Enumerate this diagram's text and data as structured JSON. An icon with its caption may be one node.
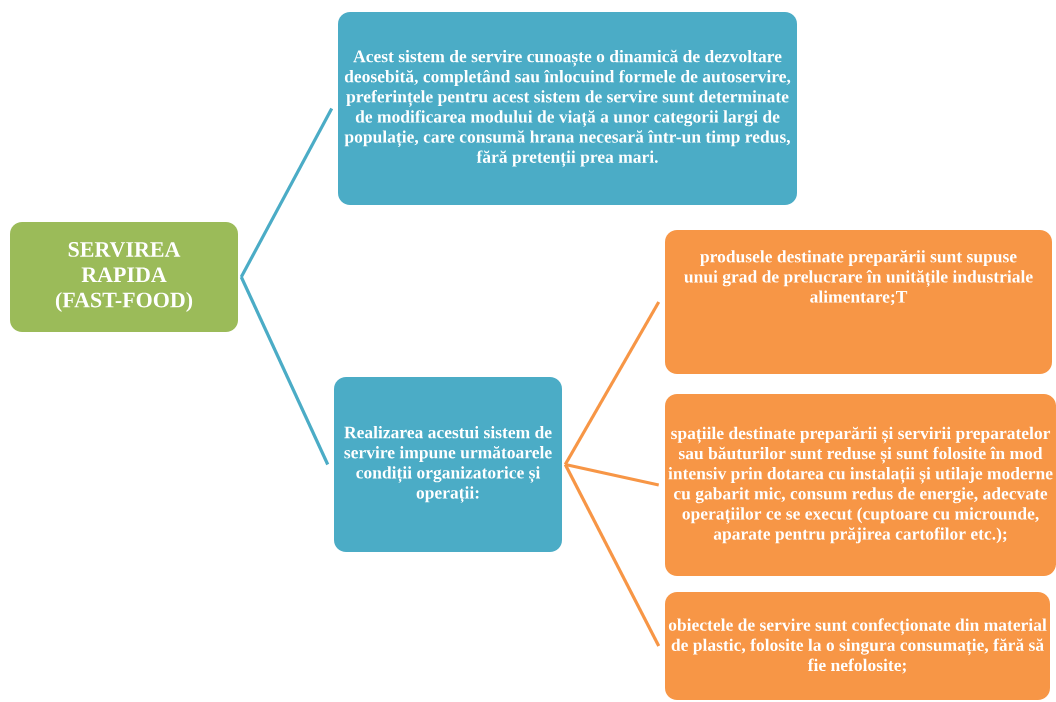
{
  "diagram": {
    "nodes": [
      {
        "text": [
          "SERVIREA RAPIDA (FAST-FOOD)"
        ]
      },
      {
        "text": [
          "Acest sistem de servire cunoaște o dinamică de dezvoltare deosebită, completând sau înlocuind formele de autoservire, preferințele pentru acest sistem de servire sunt determinate de modificarea modului de viață a unor categorii largi de populație, care consumă hrana necesară într-un timp redus, fără pretenții prea mari."
        ]
      },
      {
        "text": [
          "Realizarea acestui sistem de servire impune următoarele condiții organizatorice și operații:"
        ]
      },
      {
        "text": [
          "produsele destinate preparării sunt supuse unui grad de prelucrare în unitățile industriale alimentare;T"
        ]
      },
      {
        "text": [
          "spațiile destinate preparării și servirii preparatelor sau băuturilor sunt reduse și sunt folosite în mod intensiv prin dotarea cu instalații și utilaje moderne cu gabarit mic, consum redus de energie, adecvate operațiilor ce se execut (cuptoare cu microunde, aparate pentru prăjirea cartofilor etc.);"
        ]
      },
      {
        "text": [
          "obiectele de servire sunt confecționate din material de plastic, folosite la o singura consumație, fără să fie nefolosite;"
        ]
      }
    ],
    "edges": [
      {
        "from": 0,
        "to": 1,
        "arrow": "none",
        "color": "#4bacc6"
      },
      {
        "from": 0,
        "to": 2,
        "arrow": "none",
        "color": "#4bacc6"
      },
      {
        "from": 2,
        "to": 3,
        "arrow": "none"
      },
      {
        "from": 2,
        "to": 4,
        "arrow": "none"
      },
      {
        "from": 2,
        "to": 5,
        "arrow": "none"
      }
    ]
  }
}
